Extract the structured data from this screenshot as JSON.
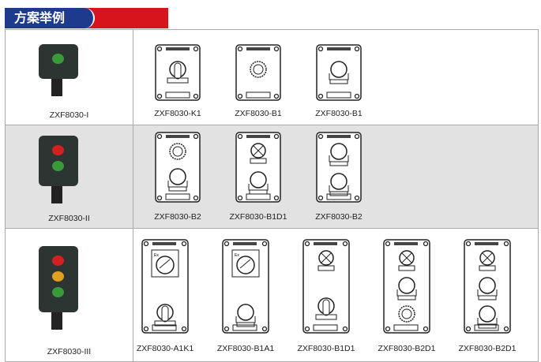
{
  "header": {
    "title": "方案举例"
  },
  "colors": {
    "blue": "#1d3a8c",
    "red": "#d7141c",
    "row_alt": "#e2e2e2"
  },
  "rows": [
    {
      "model": "ZXF8030-I",
      "lights": [
        "#3a9a3a"
      ],
      "panels": [
        {
          "label": "ZXF8030-K1",
          "components": [
            "toggle"
          ]
        },
        {
          "label": "ZXF8030-B1",
          "components": [
            "mushroom"
          ]
        },
        {
          "label": "ZXF8030-B1",
          "components": [
            "button"
          ]
        }
      ]
    },
    {
      "model": "ZXF8030-II",
      "lights": [
        "#d42020",
        "#3a9a3a"
      ],
      "panels": [
        {
          "label": "ZXF8030-B2",
          "components": [
            "mushroom",
            "button"
          ]
        },
        {
          "label": "ZXF8030-B1D1",
          "components": [
            "lamp",
            "button"
          ]
        },
        {
          "label": "ZXF8030-B2",
          "components": [
            "button",
            "button"
          ]
        }
      ]
    },
    {
      "model": "ZXF8030-III",
      "lights": [
        "#d42020",
        "#e0a020",
        "#3a9a3a"
      ],
      "panels": [
        {
          "label": "ZXF8030-A1K1",
          "components": [
            "meter",
            "toggle"
          ]
        },
        {
          "label": "ZXF8030-B1A1",
          "components": [
            "meter",
            "button"
          ]
        },
        {
          "label": "ZXF8030-B1D1",
          "components": [
            "lamp",
            "toggle"
          ]
        },
        {
          "label": "ZXF8030-B2D1",
          "components": [
            "lamp",
            "button",
            "mushroom"
          ]
        },
        {
          "label": "ZXF8030-B2D1",
          "components": [
            "lamp",
            "button",
            "button"
          ]
        }
      ]
    }
  ]
}
